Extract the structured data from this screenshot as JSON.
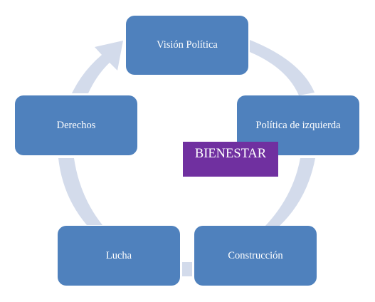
{
  "diagram": {
    "type": "cycle",
    "center_label": "BIENESTAR",
    "nodes": [
      {
        "label": "Visión Política"
      },
      {
        "label": "Política de izquierda"
      },
      {
        "label": "Construcción"
      },
      {
        "label": "Lucha"
      },
      {
        "label": "Derechos"
      }
    ],
    "colors": {
      "node_fill": "#4f81bd",
      "node_text": "#ffffff",
      "arrow_fill": "#d3dbeb",
      "center_fill": "#7030a0",
      "center_text": "#ffffff",
      "background": "#ffffff"
    }
  }
}
